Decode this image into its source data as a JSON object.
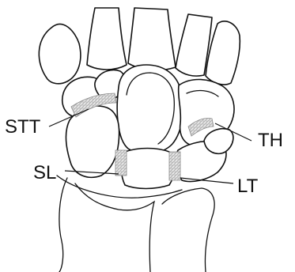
{
  "labels": {
    "stt": "STT",
    "th": "TH",
    "sl": "SL",
    "lt": "LT"
  }
}
